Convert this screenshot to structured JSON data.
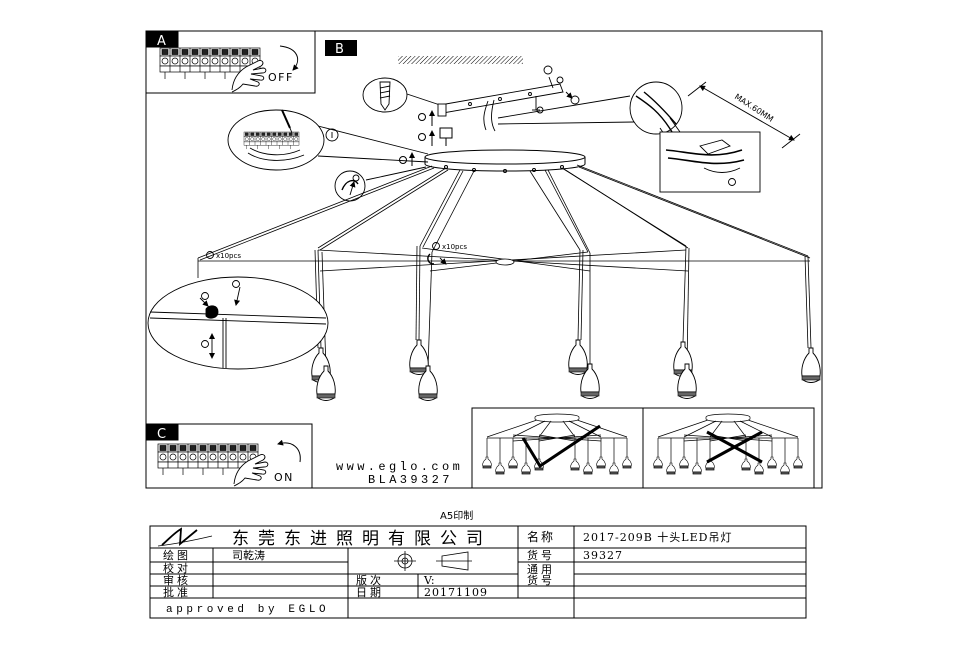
{
  "panels": {
    "a": {
      "label": "A",
      "switch_state": "OFF"
    },
    "b": {
      "label": "B",
      "max_depth": "MAX.60MM",
      "hook_qty": "x10pcs",
      "clip_qty": "x10pcs"
    },
    "c": {
      "label": "C",
      "switch_state": "ON"
    }
  },
  "product": {
    "website": "www.eglo.com",
    "model": "BLA39327"
  },
  "print_format": "A5印制",
  "title_block": {
    "company": "东莞东进照明有限公司",
    "name_label": "名称",
    "name_value": "2017-209B 十头LED吊灯",
    "drawn_label": "绘图",
    "drawn_value": "司乾涛",
    "item_label": "货号",
    "item_value": "39327",
    "checked_label": "校对",
    "general_item_label_1": "通用",
    "general_item_label_2": "货号",
    "reviewed_label": "审核",
    "version_label": "版次",
    "version_value": "V:",
    "approved_label": "批准",
    "date_label": "日期",
    "date_value": "20171109",
    "approval_note": "approved by EGLO"
  },
  "icons": {
    "switch_off": "curved-arrow-icon",
    "switch_on": "curved-arrow-icon",
    "correct_install": "check-mark-icon",
    "wrong_install": "cross-mark-icon"
  },
  "colors": {
    "line": "#000000",
    "background": "#ffffff",
    "label_fill": "#000000",
    "lens_band": "#666666"
  }
}
